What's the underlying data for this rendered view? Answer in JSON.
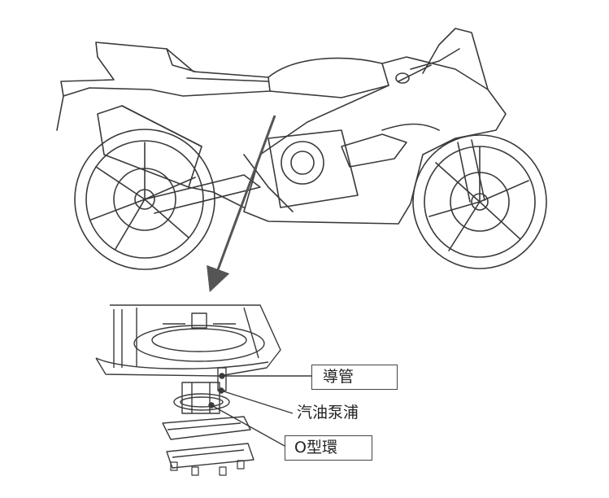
{
  "labels": {
    "guide_tube": "導管",
    "fuel_pump": "汽油泵浦",
    "o_ring": "O型環"
  },
  "icons": {
    "motorcycle": "motorcycle-line-drawing",
    "fuel_pump_assembly": "fuel-pump-exploded-view",
    "pointer": "down-arrow"
  },
  "colors": {
    "line": "#3a3a3a",
    "arrow": "#555555",
    "background": "#ffffff"
  }
}
